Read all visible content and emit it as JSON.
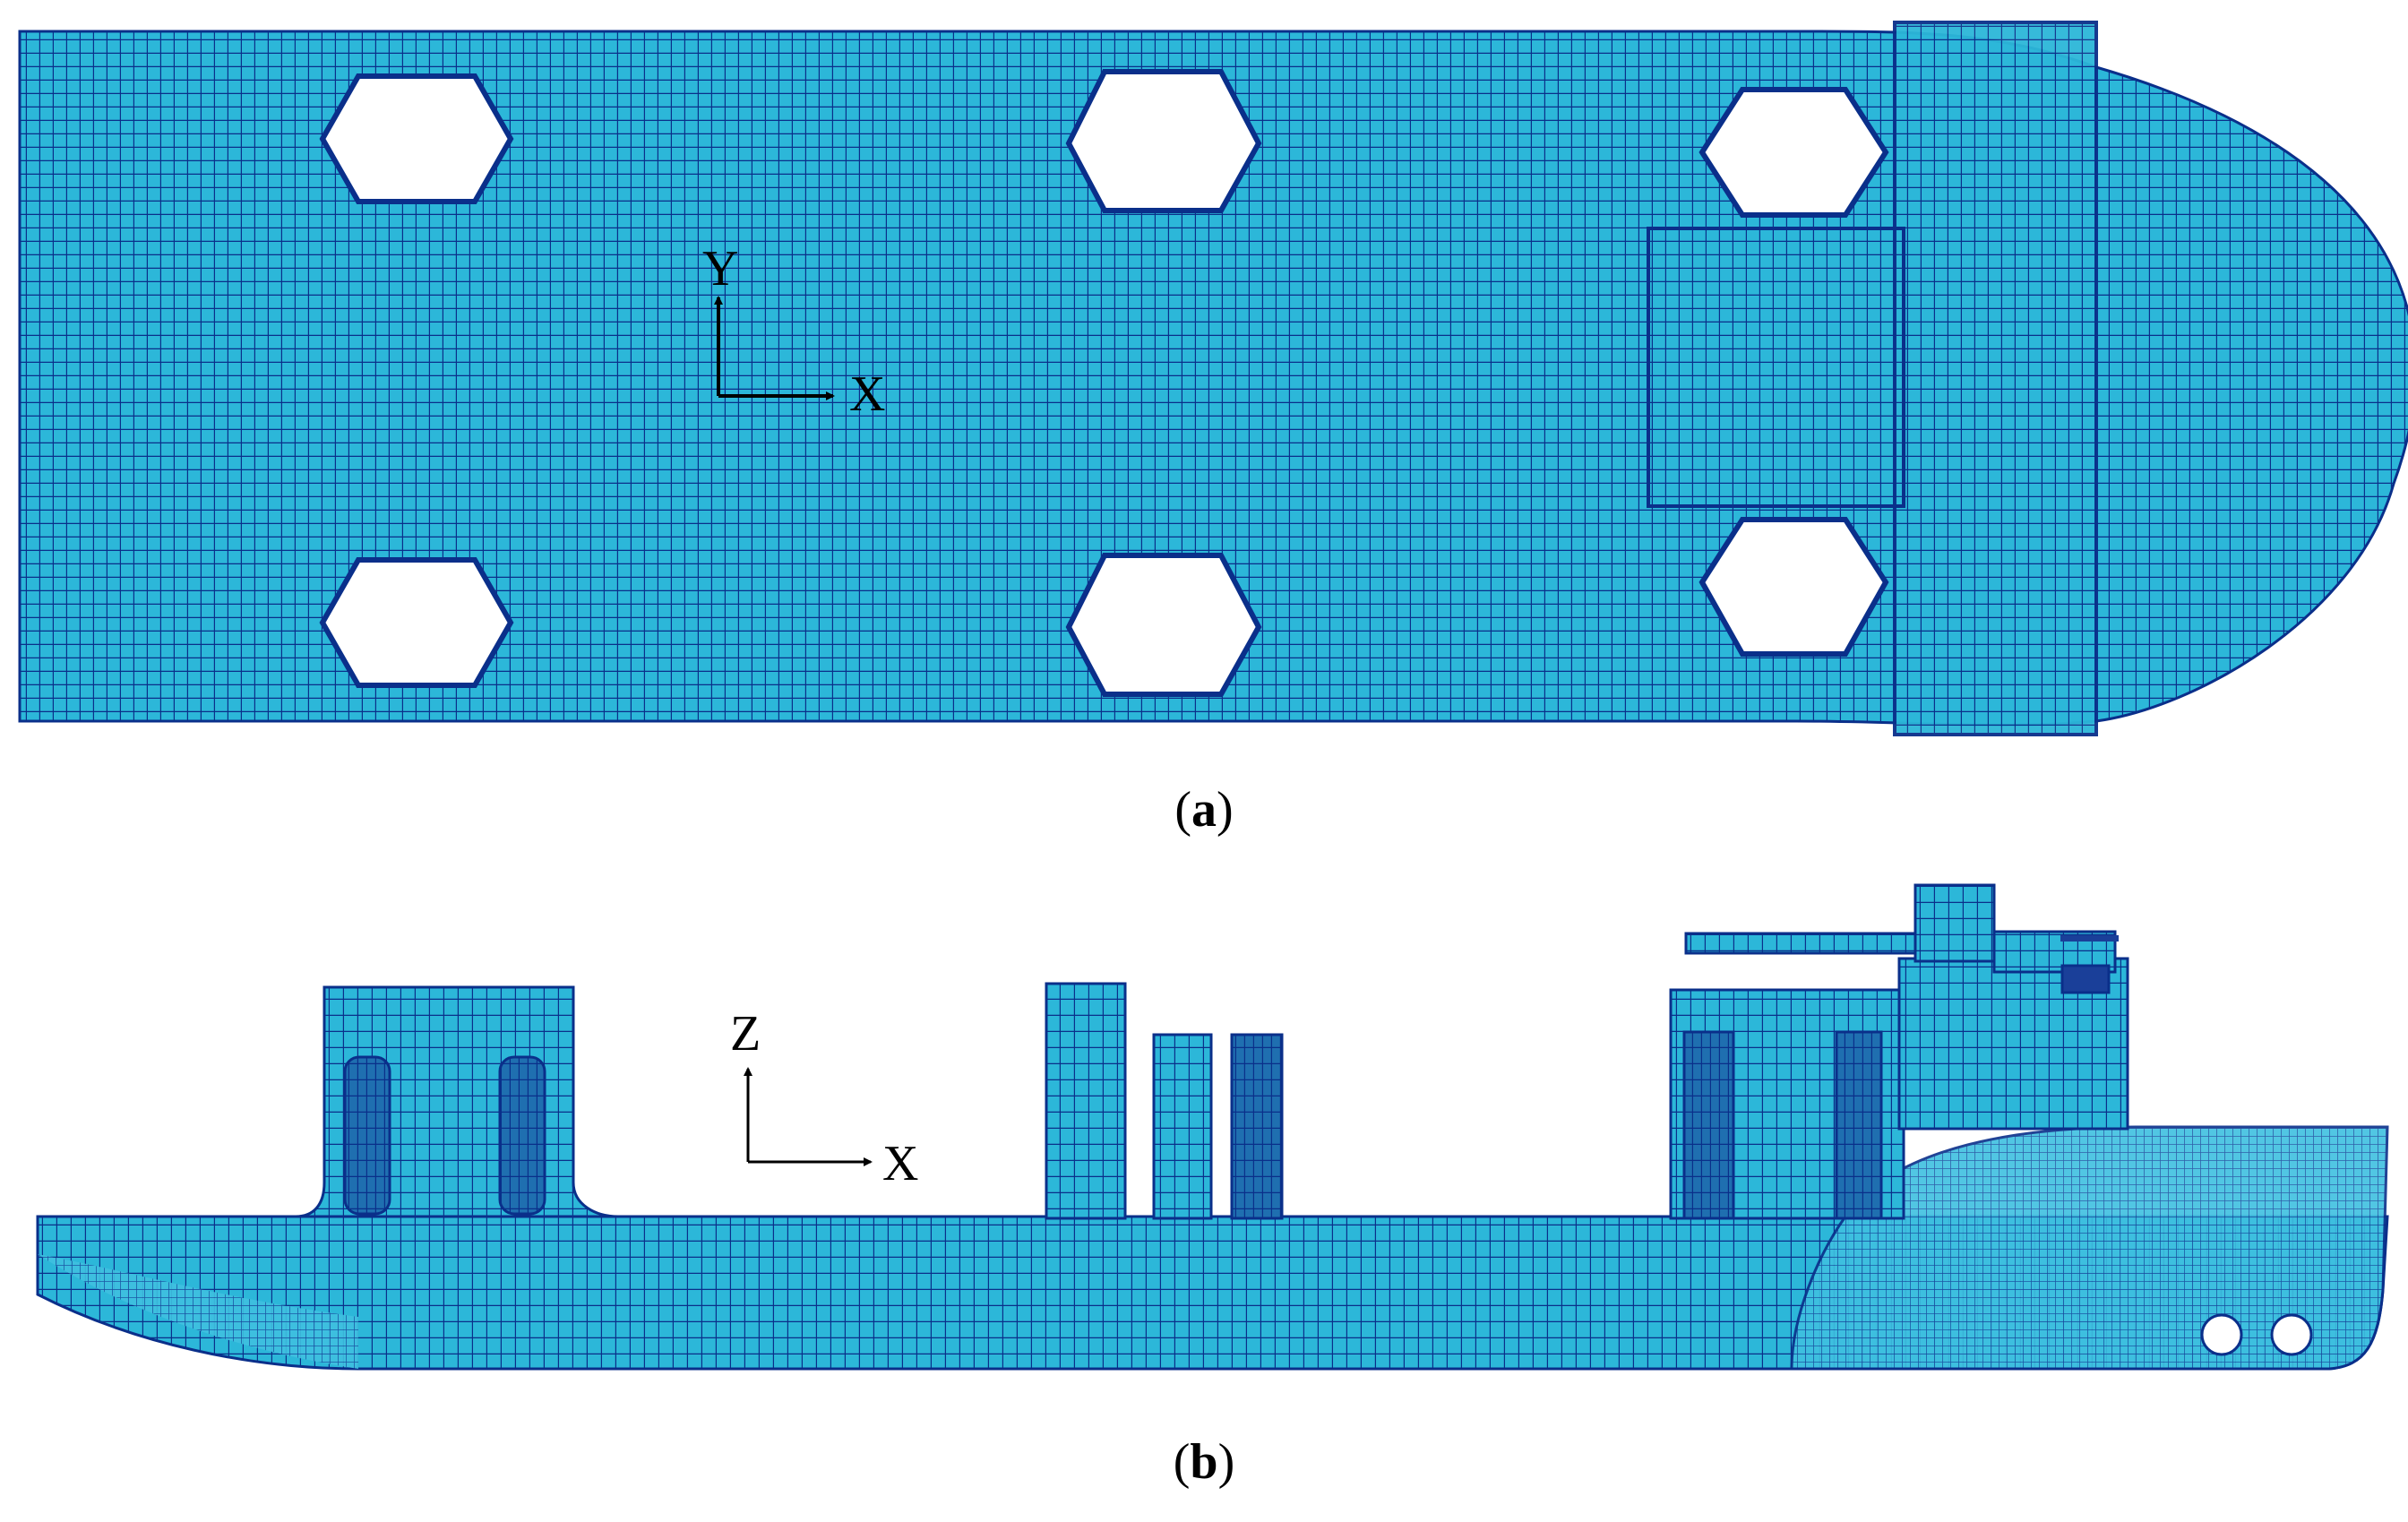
{
  "panels": [
    {
      "id": "a",
      "caption_open": "(",
      "caption_letter": "a",
      "caption_close": ")",
      "view": "plan",
      "axes": {
        "horizontal": "X",
        "vertical": "Y"
      }
    },
    {
      "id": "b",
      "caption_open": "(",
      "caption_letter": "b",
      "caption_close": ")",
      "view": "profile",
      "axes": {
        "horizontal": "X",
        "vertical": "Z"
      }
    }
  ],
  "colors": {
    "mesh_fill": "#2cb7d9",
    "mesh_line": "#0a2f8a",
    "mesh_dark": "#1a4fa0",
    "background": "#ffffff",
    "axis": "#000000"
  }
}
